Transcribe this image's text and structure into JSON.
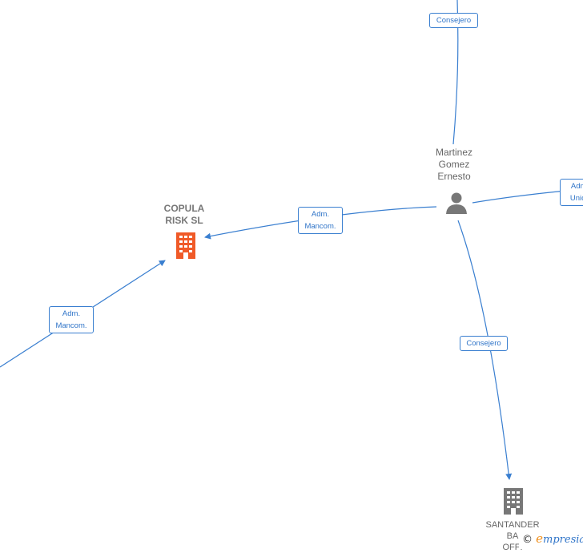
{
  "nodes": {
    "person": {
      "label": "Martinez\nGomez\nErnesto",
      "icon": "person-icon"
    },
    "copula": {
      "label": "COPULA\nRISK  SL",
      "icon": "building-icon",
      "color": "#f05a28"
    },
    "santander": {
      "label": "SANTANDER\nBA\nOFFI",
      "icon": "building-icon",
      "color": "#777777"
    }
  },
  "edges": {
    "top": "Consejero",
    "to_copula": "Adm.\nMancom.",
    "left": "Adm.\nMancom.",
    "right": "Adm.\nUnico",
    "to_santander": "Consejero"
  },
  "brand": {
    "copyright": "©",
    "initial": "e",
    "rest": "mpresia"
  },
  "colors": {
    "edge": "#3a7fd0",
    "accent_company": "#f05a28",
    "company": "#777777"
  }
}
